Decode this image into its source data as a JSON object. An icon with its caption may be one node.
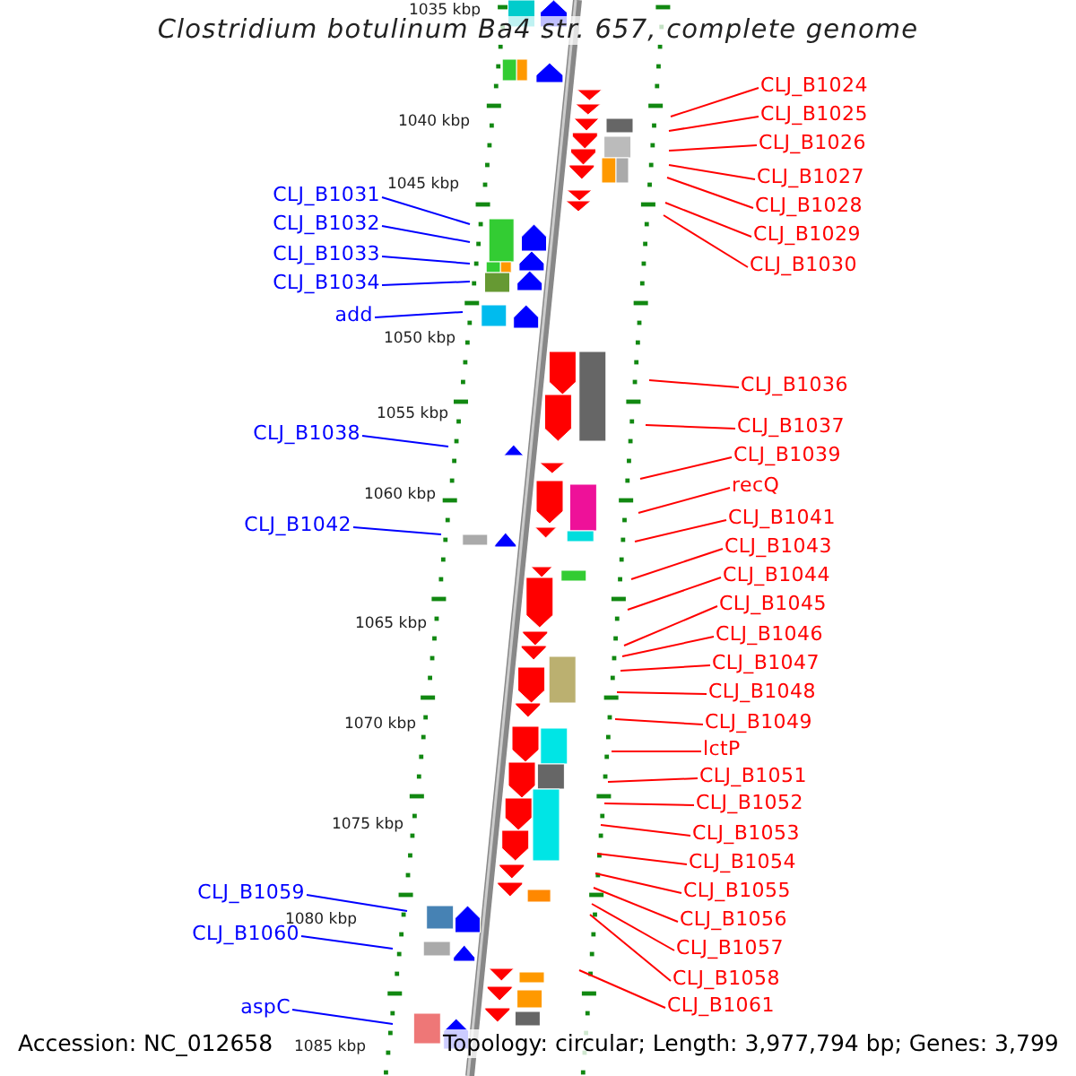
{
  "diagram": {
    "title": "Clostridium botulinum Ba4 str. 657, complete genome",
    "nodes": [
      {
        "text": [
          "CLJ_B1024"
        ]
      },
      {
        "text": [
          "CLJ_B1025"
        ]
      },
      {
        "text": [
          "CLJ_B1026"
        ]
      },
      {
        "text": [
          "CLJ_B1027"
        ]
      },
      {
        "text": [
          "CLJ_B1031"
        ]
      },
      {
        "text": [
          "CLJ_B1028"
        ]
      },
      {
        "text": [
          "CLJ_B1032"
        ]
      },
      {
        "text": [
          "CLJ_B1029"
        ]
      },
      {
        "text": [
          "CLJ_B1033"
        ]
      },
      {
        "text": [
          "CLJ_B1030"
        ]
      },
      {
        "text": [
          "CLJ_B1034"
        ]
      },
      {
        "text": [
          "add"
        ]
      },
      {
        "text": [
          "CLJ_B1036"
        ]
      },
      {
        "text": [
          "CLJ_B1037"
        ]
      },
      {
        "text": [
          "CLJ_B1038"
        ]
      },
      {
        "text": [
          "CLJ_B1039"
        ]
      },
      {
        "text": [
          "recQ"
        ]
      },
      {
        "text": [
          "CLJ_B1041"
        ]
      },
      {
        "text": [
          "CLJ_B1042"
        ]
      },
      {
        "text": [
          "CLJ_B1043"
        ]
      },
      {
        "text": [
          "CLJ_B1044"
        ]
      },
      {
        "text": [
          "CLJ_B1045"
        ]
      },
      {
        "text": [
          "CLJ_B1046"
        ]
      },
      {
        "text": [
          "CLJ_B1047"
        ]
      },
      {
        "text": [
          "CLJ_B1048"
        ]
      },
      {
        "text": [
          "CLJ_B1049"
        ]
      },
      {
        "text": [
          "lctP"
        ]
      },
      {
        "text": [
          "CLJ_B1051"
        ]
      },
      {
        "text": [
          "CLJ_B1052"
        ]
      },
      {
        "text": [
          "CLJ_B1053"
        ]
      },
      {
        "text": [
          "CLJ_B1054"
        ]
      },
      {
        "text": [
          "CLJ_B1055"
        ]
      },
      {
        "text": [
          "CLJ_B1059"
        ]
      },
      {
        "text": [
          "CLJ_B1056"
        ]
      },
      {
        "text": [
          "CLJ_B1060"
        ]
      },
      {
        "text": [
          "CLJ_B1057"
        ]
      },
      {
        "text": [
          "CLJ_B1058"
        ]
      },
      {
        "text": [
          "CLJ_B1061"
        ]
      },
      {
        "text": [
          "aspC"
        ]
      }
    ],
    "edges": [
      {
        "from": 0,
        "to": null,
        "arrow": "none"
      },
      {
        "from": 1,
        "to": null,
        "arrow": "none"
      },
      {
        "from": 2,
        "to": null,
        "arrow": "none"
      },
      {
        "from": 3,
        "to": null,
        "arrow": "none"
      },
      {
        "from": 4,
        "to": null,
        "arrow": "none",
        "color": "#0000ff"
      },
      {
        "from": 5,
        "to": null,
        "arrow": "none"
      },
      {
        "from": 6,
        "to": null,
        "arrow": "none",
        "color": "#0000ff"
      },
      {
        "from": 7,
        "to": null,
        "arrow": "none"
      },
      {
        "from": 8,
        "to": null,
        "arrow": "none",
        "color": "#0000ff"
      },
      {
        "from": 9,
        "to": null,
        "arrow": "none"
      },
      {
        "from": 10,
        "to": null,
        "arrow": "none",
        "color": "#0000ff"
      },
      {
        "from": 11,
        "to": null,
        "arrow": "none",
        "color": "#0000ff"
      },
      {
        "from": 12,
        "to": null,
        "arrow": "none"
      },
      {
        "from": 13,
        "to": null,
        "arrow": "none"
      },
      {
        "from": 14,
        "to": null,
        "arrow": "none",
        "color": "#0000ff"
      },
      {
        "from": 15,
        "to": null,
        "arrow": "none"
      },
      {
        "from": 16,
        "to": null,
        "arrow": "none"
      },
      {
        "from": 17,
        "to": null,
        "arrow": "none"
      },
      {
        "from": 18,
        "to": null,
        "arrow": "none",
        "color": "#0000ff"
      },
      {
        "from": 19,
        "to": null,
        "arrow": "none"
      },
      {
        "from": 20,
        "to": null,
        "arrow": "none"
      },
      {
        "from": 21,
        "to": null,
        "arrow": "none"
      },
      {
        "from": 22,
        "to": null,
        "arrow": "none"
      },
      {
        "from": 23,
        "to": null,
        "arrow": "none"
      },
      {
        "from": 24,
        "to": null,
        "arrow": "none"
      },
      {
        "from": 25,
        "to": null,
        "arrow": "none"
      },
      {
        "from": 26,
        "to": null,
        "arrow": "none"
      },
      {
        "from": 27,
        "to": null,
        "arrow": "none"
      },
      {
        "from": 28,
        "to": null,
        "arrow": "none"
      },
      {
        "from": 29,
        "to": null,
        "arrow": "none"
      },
      {
        "from": 30,
        "to": null,
        "arrow": "none"
      },
      {
        "from": 31,
        "to": null,
        "arrow": "none"
      },
      {
        "from": 32,
        "to": null,
        "arrow": "none",
        "color": "#0000ff"
      },
      {
        "from": 33,
        "to": null,
        "arrow": "none"
      },
      {
        "from": 34,
        "to": null,
        "arrow": "none",
        "color": "#0000ff"
      },
      {
        "from": 35,
        "to": null,
        "arrow": "none"
      },
      {
        "from": 36,
        "to": null,
        "arrow": "none"
      },
      {
        "from": 37,
        "to": null,
        "arrow": "none"
      },
      {
        "from": 38,
        "to": null,
        "arrow": "none",
        "color": "#0000ff"
      }
    ],
    "labels": [
      "1035 kbp",
      "1040 kbp",
      "1045 kbp",
      "1050 kbp",
      "1055 kbp",
      "1060 kbp",
      "1065 kbp",
      "1070 kbp",
      "1075 kbp",
      "1080 kbp",
      "1085 kbp",
      "Accession: NC_012658",
      "Topology: circular; Length: 3,977,794 bp; Genes: 3,799"
    ]
  }
}
